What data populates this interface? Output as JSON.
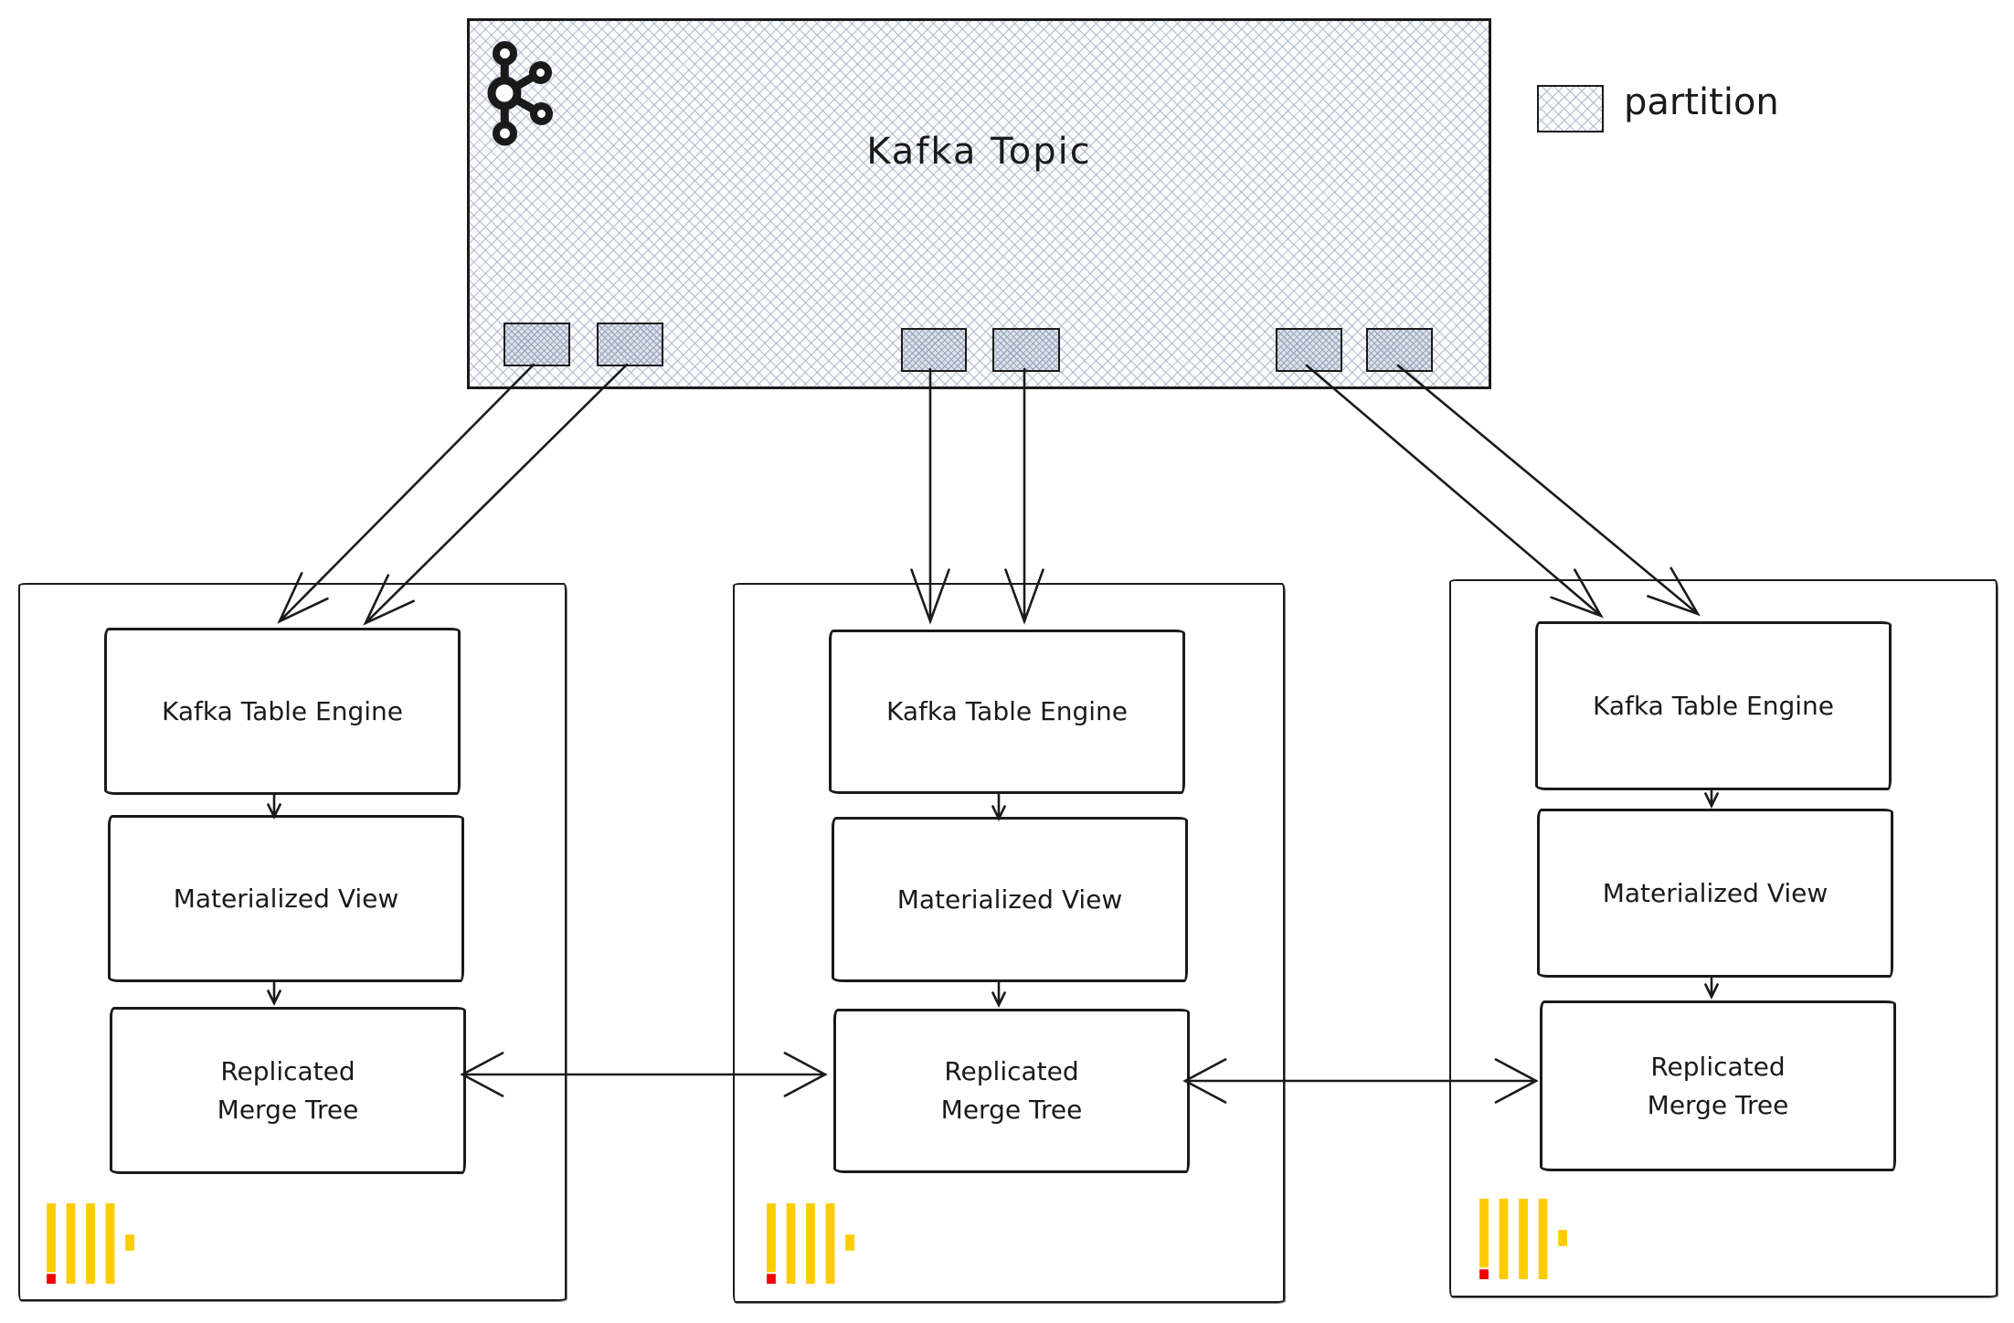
{
  "kafka": {
    "title": "Kafka Topic",
    "partition_count": 6
  },
  "legend": {
    "label": "partition"
  },
  "nodes": [
    {
      "engine": "Kafka Table Engine",
      "view": "Materialized View",
      "storage": [
        "Replicated",
        "Merge Tree"
      ]
    },
    {
      "engine": "Kafka Table Engine",
      "view": "Materialized View",
      "storage": [
        "Replicated",
        "Merge Tree"
      ]
    },
    {
      "engine": "Kafka Table Engine",
      "view": "Materialized View",
      "storage": [
        "Replicated",
        "Merge Tree"
      ]
    }
  ],
  "icons": {
    "kafka": "kafka-icon",
    "clickhouse": "clickhouse-logo-icon",
    "partition_swatch": "partition-swatch"
  },
  "colors": {
    "clickhouse_yellow": "#fecc00",
    "clickhouse_red": "#f50000",
    "ink": "#1a1a1a",
    "hatch_line": "#c2c9d6"
  }
}
